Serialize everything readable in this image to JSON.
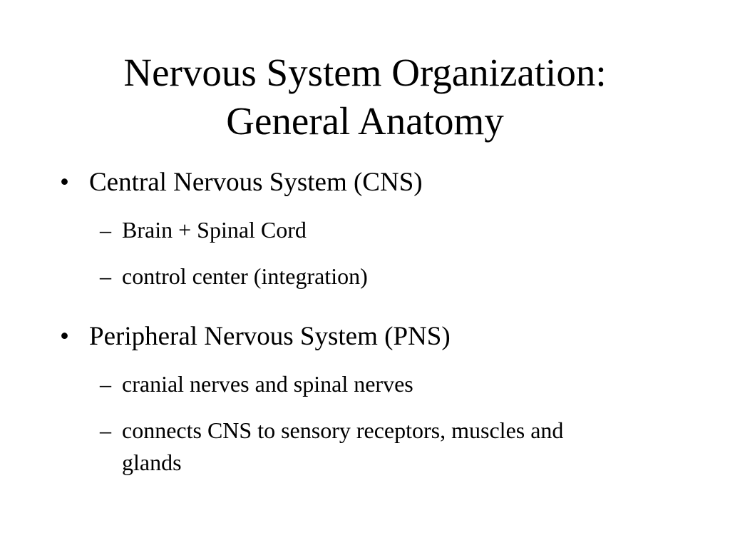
{
  "slide": {
    "title_line1": "Nervous System Organization:",
    "title_line2": "General Anatomy",
    "bullet_glyph": "•",
    "dash_glyph": "–",
    "sections": [
      {
        "heading": "Central Nervous System (CNS)",
        "items": [
          "Brain + Spinal Cord",
          "control center (integration)"
        ]
      },
      {
        "heading": "Peripheral Nervous System (PNS)",
        "items": [
          "cranial nerves and spinal nerves",
          "connects CNS to sensory receptors, muscles and glands"
        ]
      }
    ]
  }
}
